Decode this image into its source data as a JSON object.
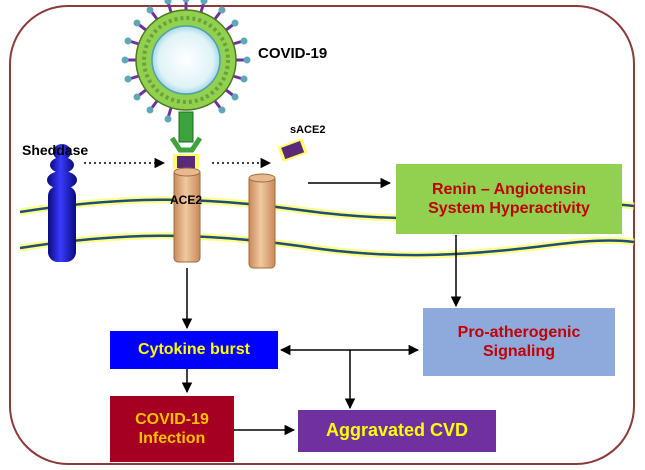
{
  "labels": {
    "virus": "COVID-19",
    "sheddase": "Sheddase",
    "sace2": "sACE2",
    "ace2": "ACE2"
  },
  "boxes": {
    "ras": {
      "line1": "Renin – Angiotensin",
      "line2": "System Hyperactivity",
      "bg": "#92d050",
      "fg": "#c00000"
    },
    "cytokine": {
      "text": "Cytokine burst",
      "bg": "#0000ff",
      "fg": "#ffff00"
    },
    "proathero": {
      "line1": "Pro-atherogenic",
      "line2": "Signaling",
      "bg": "#8ea9db",
      "fg": "#c00000"
    },
    "covid_infection": {
      "line1": "COVID-19",
      "line2": "Infection",
      "bg": "#a50021",
      "fg": "#ffc000"
    },
    "cvd": {
      "text": "Aggravated CVD",
      "bg": "#7030a0",
      "fg": "#ffff00"
    }
  },
  "colors": {
    "frame": "#8b3a3a",
    "membrane": "#1f4e79",
    "membrane_glow": "#ffff66",
    "receptor": "#e2a879",
    "virus_spike": "#7030a0",
    "virus_coat": "#92d050",
    "sheddase": "#2a1ecc"
  }
}
